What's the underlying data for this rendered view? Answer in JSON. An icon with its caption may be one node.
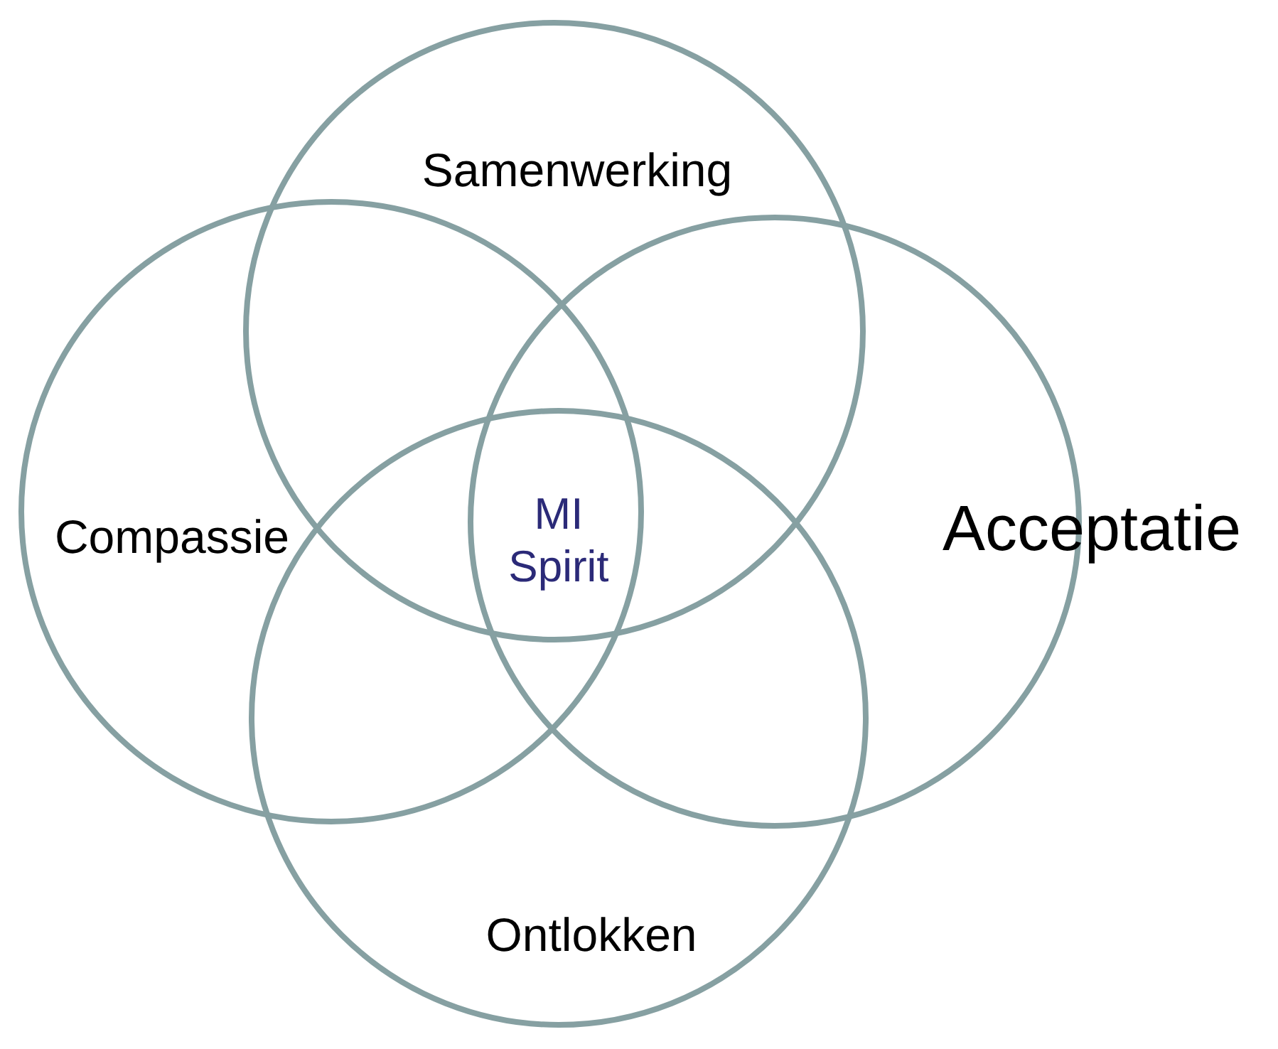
{
  "diagram": {
    "nodes": [
      {
        "text": [
          "Samenwerking"
        ]
      },
      {
        "text": [
          "Compassie"
        ]
      },
      {
        "text": [
          "Acceptatie"
        ]
      },
      {
        "text": [
          "Ontlokken"
        ]
      }
    ],
    "labels": [
      "MI Spirit"
    ]
  }
}
